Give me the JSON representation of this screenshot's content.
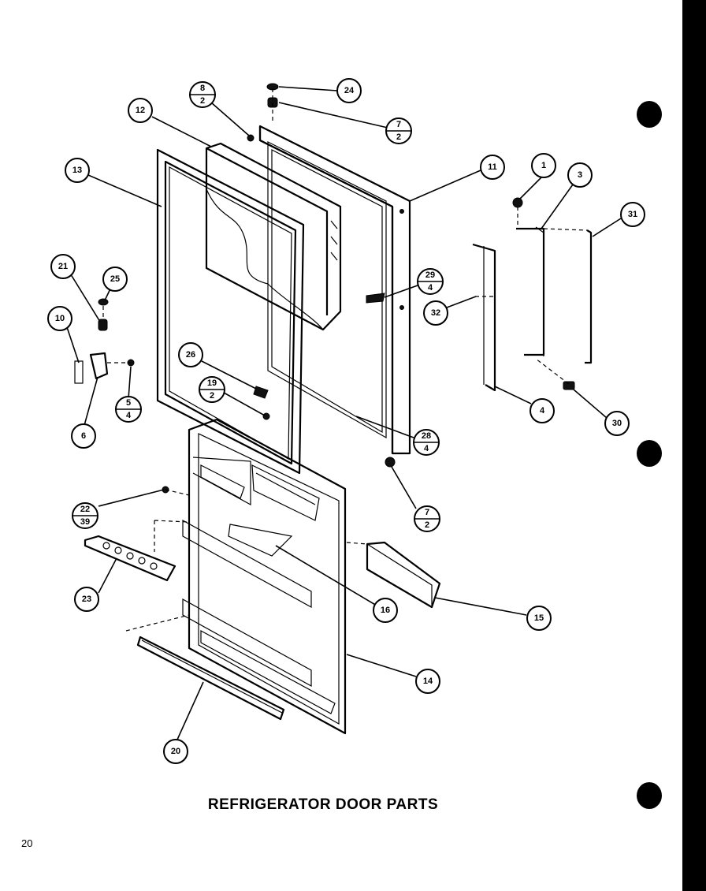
{
  "title": "REFRIGERATOR DOOR PARTS",
  "page_number": "20",
  "callouts": [
    {
      "id": "c1",
      "label": "1"
    },
    {
      "id": "c3",
      "label": "3"
    },
    {
      "id": "c4",
      "label": "4"
    },
    {
      "id": "c6",
      "label": "6"
    },
    {
      "id": "c10",
      "label": "10"
    },
    {
      "id": "c11",
      "label": "11"
    },
    {
      "id": "c12",
      "label": "12"
    },
    {
      "id": "c13",
      "label": "13"
    },
    {
      "id": "c14",
      "label": "14"
    },
    {
      "id": "c15",
      "label": "15"
    },
    {
      "id": "c16",
      "label": "16"
    },
    {
      "id": "c20",
      "label": "20"
    },
    {
      "id": "c21",
      "label": "21"
    },
    {
      "id": "c23",
      "label": "23"
    },
    {
      "id": "c24",
      "label": "24"
    },
    {
      "id": "c25",
      "label": "25"
    },
    {
      "id": "c26",
      "label": "26"
    },
    {
      "id": "c30",
      "label": "30"
    },
    {
      "id": "c31",
      "label": "31"
    },
    {
      "id": "c32",
      "label": "32"
    }
  ],
  "split_callouts": [
    {
      "id": "s8_2",
      "top": "8",
      "bottom": "2"
    },
    {
      "id": "s7_2a",
      "top": "7",
      "bottom": "2"
    },
    {
      "id": "s29_4",
      "top": "29",
      "bottom": "4"
    },
    {
      "id": "s5_4",
      "top": "5",
      "bottom": "4"
    },
    {
      "id": "s19_2",
      "top": "19",
      "bottom": "2"
    },
    {
      "id": "s28_4",
      "top": "28",
      "bottom": "4"
    },
    {
      "id": "s7_2b",
      "top": "7",
      "bottom": "2"
    },
    {
      "id": "s22_39",
      "top": "22",
      "bottom": "39"
    }
  ]
}
